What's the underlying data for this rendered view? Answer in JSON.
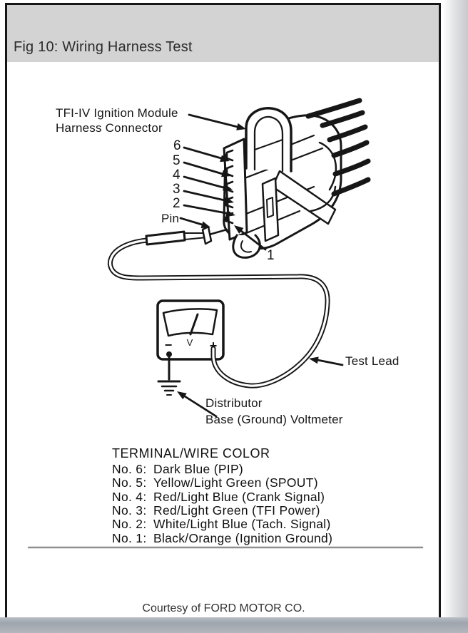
{
  "window": {
    "title": "Fig 10: Wiring Harness Test",
    "footer_credit": "Courtesy of FORD MOTOR CO."
  },
  "diagram": {
    "connector_label": {
      "line1": "TFI-IV Ignition Module",
      "line2": "Harness Connector"
    },
    "pin_numbers": [
      "6",
      "5",
      "4",
      "3",
      "2"
    ],
    "pin_label": "Pin",
    "pin_one_label": "1",
    "test_lead_label": "Test Lead",
    "ground_label": {
      "line1": "Distributor",
      "line2": "Base (Ground) Voltmeter"
    },
    "voltmeter": {
      "minus_sign": "−",
      "plus_sign": "+",
      "unit": "V"
    }
  },
  "wire_color_table": {
    "heading": "TERMINAL/WIRE COLOR",
    "rows": [
      {
        "terminal": "No. 6:",
        "wire_color": "Dark Blue (PIP)"
      },
      {
        "terminal": "No. 5:",
        "wire_color": "Yellow/Light Green (SPOUT)"
      },
      {
        "terminal": "No. 4:",
        "wire_color": "Red/Light Blue (Crank Signal)"
      },
      {
        "terminal": "No. 3:",
        "wire_color": "Red/Light Green (TFI Power)"
      },
      {
        "terminal": "No. 2:",
        "wire_color": "White/Light Blue (Tach. Signal)"
      },
      {
        "terminal": "No. 1:",
        "wire_color": "Black/Orange (Ignition Ground)"
      }
    ]
  },
  "colors": {
    "header_bg": "#d3d3d3",
    "window_border": "#161616",
    "ink": "#161616",
    "taskbar": "#a4aab2"
  }
}
